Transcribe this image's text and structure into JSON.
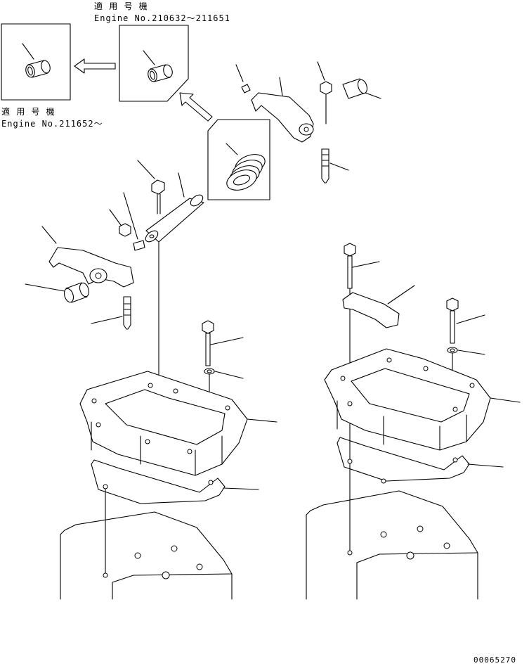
{
  "notes": {
    "top_applicability_label": "適 用 号 機",
    "top_engine_range": "Engine No.210632～211651",
    "left_applicability_label": "適 用 号 機",
    "left_engine_range": "Engine No.211652～"
  },
  "drawing_number": "00065270"
}
